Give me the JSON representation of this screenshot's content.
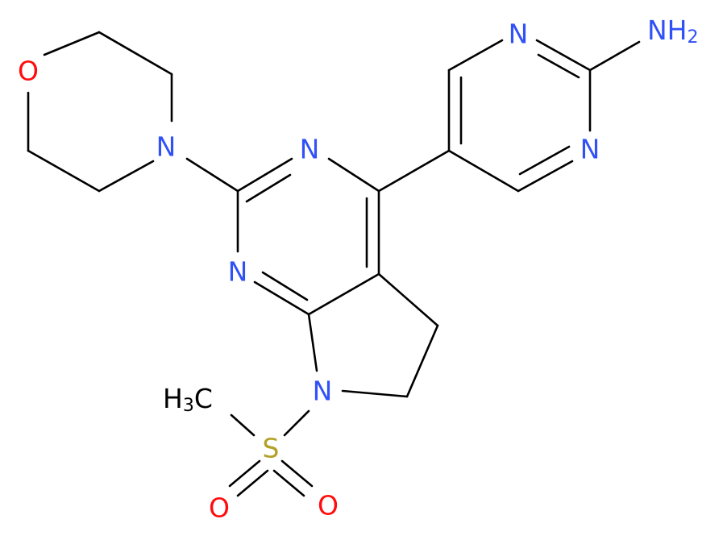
{
  "molecule": {
    "atoms": {
      "morpholine_o": "O",
      "morpholine_n": "N",
      "pyrimidine_n3": "N",
      "pyrimidine_n1": "N",
      "pyrrolidine_n7": "N",
      "aminopyrimidine_n1": "N",
      "aminopyrimidine_n3": "N",
      "amine_main": "NH",
      "amine_sub": "2",
      "methyl_main": "H",
      "methyl_sub": "3",
      "methyl_c": "C",
      "sulfur": "S",
      "sulfonyl_o_left": "O",
      "sulfonyl_o_right": "O"
    }
  },
  "colors": {
    "carbon": "#000000",
    "nitrogen": "#3050F8",
    "oxygen": "#FF0D0D",
    "sulfur": "#B2A125"
  }
}
